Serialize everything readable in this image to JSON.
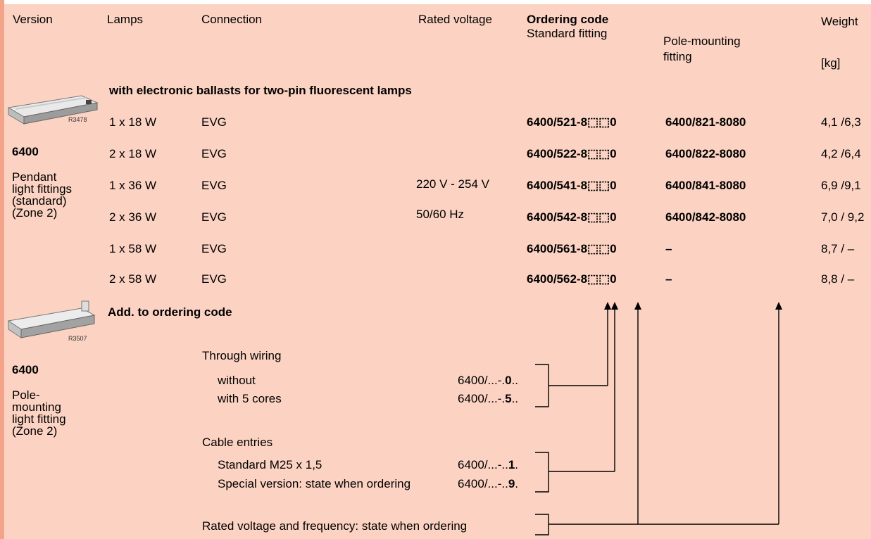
{
  "header": {
    "version": "Version",
    "lamps": "Lamps",
    "connection": "Connection",
    "rated_voltage": "Rated voltage",
    "ordering_code": "Ordering code",
    "standard_fitting": "Standard fitting",
    "pole_mounting_line1": "Pole-mounting",
    "pole_mounting_line2": "fitting",
    "weight": "Weight",
    "weight_unit": "[kg]"
  },
  "section_title": "with electronic ballasts for two-pin fluorescent lamps",
  "left": {
    "img1_caption": "R3478",
    "model1": "6400",
    "desc1": [
      "Pendant",
      "light fittings",
      "(standard)",
      "(Zone 2)"
    ],
    "img2_caption": "R3507",
    "model2": "6400",
    "desc2": [
      "Pole-",
      "mounting",
      "light fitting",
      "(Zone 2)"
    ]
  },
  "rows": [
    {
      "lamps": "1 x 18 W",
      "connection": "EVG",
      "std": "6400/521-8⬚⬚0",
      "pole": "6400/821-8080",
      "weight": "4,1 /6,3"
    },
    {
      "lamps": "2 x 18 W",
      "connection": "EVG",
      "std": "6400/522-8⬚⬚0",
      "pole": "6400/822-8080",
      "weight": "4,2 /6,4"
    },
    {
      "lamps": "1 x 36 W",
      "connection": "EVG",
      "std": "6400/541-8⬚⬚0",
      "pole": "6400/841-8080",
      "weight": "6,9 /9,1"
    },
    {
      "lamps": "2 x 36 W",
      "connection": "EVG",
      "std": "6400/542-8⬚⬚0",
      "pole": "6400/842-8080",
      "weight": "7,0 / 9,2"
    },
    {
      "lamps": "1 x 58 W",
      "connection": "EVG",
      "std": "6400/561-8⬚⬚0",
      "pole": "–",
      "weight": "8,7 / –"
    },
    {
      "lamps": "2 x 58 W",
      "connection": "EVG",
      "std": "6400/562-8⬚⬚0",
      "pole": "–",
      "weight": "8,8 / –"
    }
  ],
  "voltage": {
    "line1": "220 V - 254 V",
    "line2": "50/60 Hz"
  },
  "addendum": {
    "title": "Add. to ordering code",
    "through_wiring": "Through wiring",
    "without": "without",
    "without_code_pre": "6400/...-.",
    "without_code_bold": "0",
    "without_code_post": "..",
    "with5": "with 5 cores",
    "with5_code_pre": "6400/...-.",
    "with5_code_bold": "5",
    "with5_code_post": "..",
    "cable_entries": "Cable entries",
    "standard_m25": "Standard M25 x 1,5",
    "standard_code_pre": "6400/...-..",
    "standard_code_bold": "1",
    "standard_code_post": ".",
    "special": "Special version: state when ordering",
    "special_code_pre": "6400/...-..",
    "special_code_bold": "9",
    "special_code_post": ".",
    "rated_voltage_freq": "Rated voltage and frequency: state when ordering"
  },
  "colors": {
    "cell": "#fcd3c3",
    "left_stripe": "#f3a389",
    "separator": "#ffffff"
  }
}
